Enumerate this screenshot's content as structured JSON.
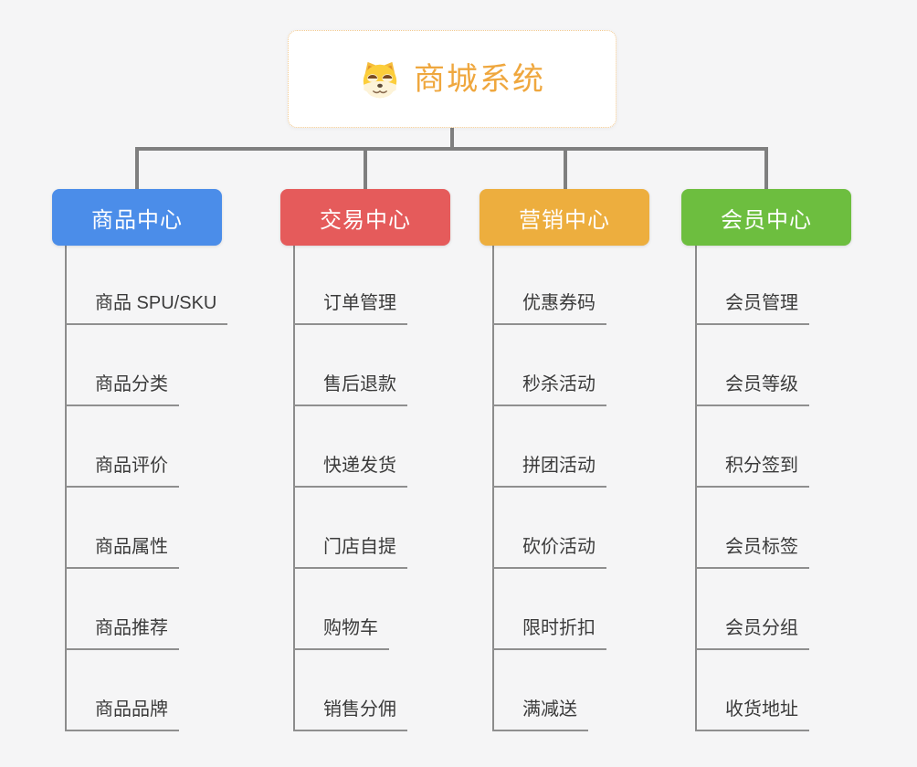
{
  "page": {
    "background_color": "#f5f5f6",
    "connector_color": "#7f7f7f"
  },
  "root": {
    "label": "商城系统",
    "icon": "dog-face-icon",
    "text_color": "#efa73e",
    "border_color": "#f3c98d"
  },
  "branches": [
    {
      "label": "商品中心",
      "color": "#4b8de9",
      "children": [
        "商品 SPU/SKU",
        "商品分类",
        "商品评价",
        "商品属性",
        "商品推荐",
        "商品品牌"
      ]
    },
    {
      "label": "交易中心",
      "color": "#e55b5b",
      "children": [
        "订单管理",
        "售后退款",
        "快递发货",
        "门店自提",
        "购物车",
        "销售分佣"
      ]
    },
    {
      "label": "营销中心",
      "color": "#edae3e",
      "children": [
        "优惠券码",
        "秒杀活动",
        "拼团活动",
        "砍价活动",
        "限时折扣",
        "满减送"
      ]
    },
    {
      "label": "会员中心",
      "color": "#6dbe3f",
      "children": [
        "会员管理",
        "会员等级",
        "积分签到",
        "会员标签",
        "会员分组",
        "收货地址"
      ]
    }
  ]
}
